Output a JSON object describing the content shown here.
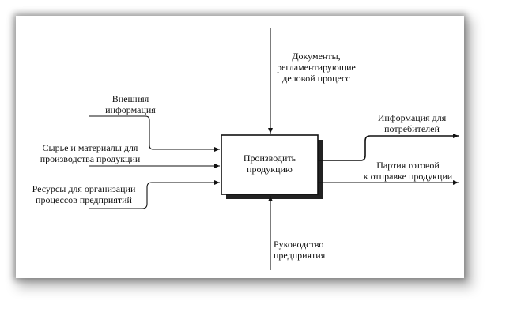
{
  "process": {
    "line1": "Производить",
    "line2": "продукцию"
  },
  "controls": {
    "documents": [
      "Документы,",
      "регламентирующие",
      "деловой процесс"
    ]
  },
  "inputs": {
    "external_info": [
      "Внешняя",
      "информация"
    ],
    "raw_materials": [
      "Сырье и материалы для",
      "производства продукции"
    ],
    "resources": [
      "Ресурсы для организации",
      "процессов предприятий"
    ]
  },
  "outputs": {
    "consumer_info": [
      "Информация для",
      "потребителей"
    ],
    "finished_batch": [
      "Партия готовой",
      "к отправке продукции"
    ]
  },
  "mechanisms": {
    "management": [
      "Руководство",
      "предприятия"
    ]
  }
}
